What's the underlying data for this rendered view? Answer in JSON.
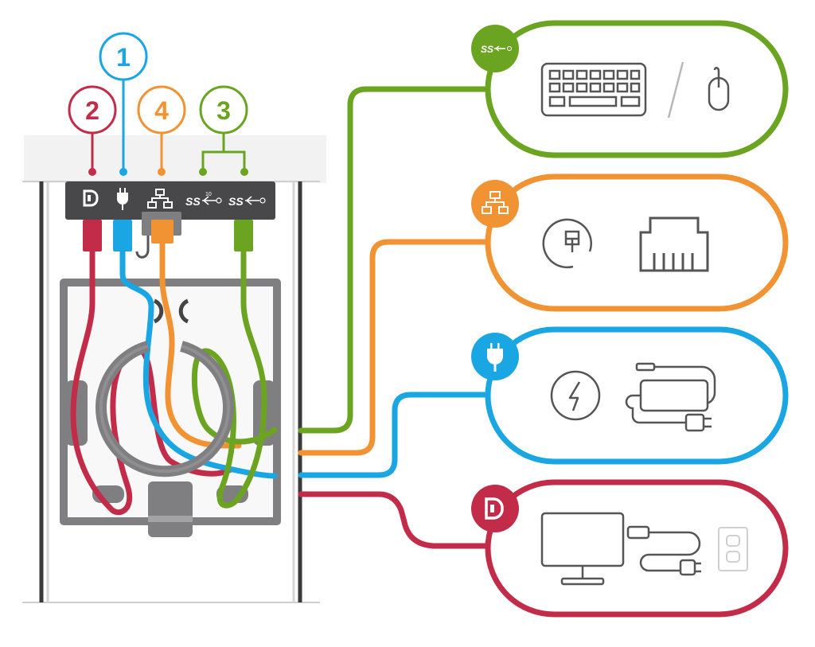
{
  "colors": {
    "usb": "#6aa421",
    "ethernet": "#f29333",
    "power": "#1aa6e2",
    "displayport": "#c32c48",
    "hardware": "#7f7f81",
    "hardware_dark": "#555557",
    "outline": "#555555"
  },
  "callouts": [
    {
      "number": "1",
      "port": "power"
    },
    {
      "number": "2",
      "port": "displayport"
    },
    {
      "number": "4",
      "port": "ethernet"
    },
    {
      "number": "3",
      "port": "usb"
    }
  ],
  "port_panel": {
    "ports": [
      {
        "icon": "displayport-icon"
      },
      {
        "icon": "power-plug-icon"
      },
      {
        "icon": "network-icon"
      },
      {
        "label": "SS",
        "superscript": "10",
        "icon": "usb-superspeed-10-icon"
      },
      {
        "label": "SS",
        "icon": "usb-superspeed-icon"
      }
    ]
  },
  "devices": [
    {
      "id": "usb",
      "badge": "SS",
      "icons": [
        "keyboard-icon",
        "mouse-icon"
      ]
    },
    {
      "id": "ethernet",
      "badge_icon": "network-icon",
      "icons": [
        "network-port-icon",
        "rj45-port-icon"
      ]
    },
    {
      "id": "power",
      "badge_icon": "power-plug-icon",
      "icons": [
        "power-icon",
        "power-adapter-icon"
      ]
    },
    {
      "id": "displayport",
      "badge_icon": "displayport-icon",
      "icons": [
        "monitor-icon",
        "cable-icon",
        "wall-outlet-icon"
      ]
    }
  ]
}
